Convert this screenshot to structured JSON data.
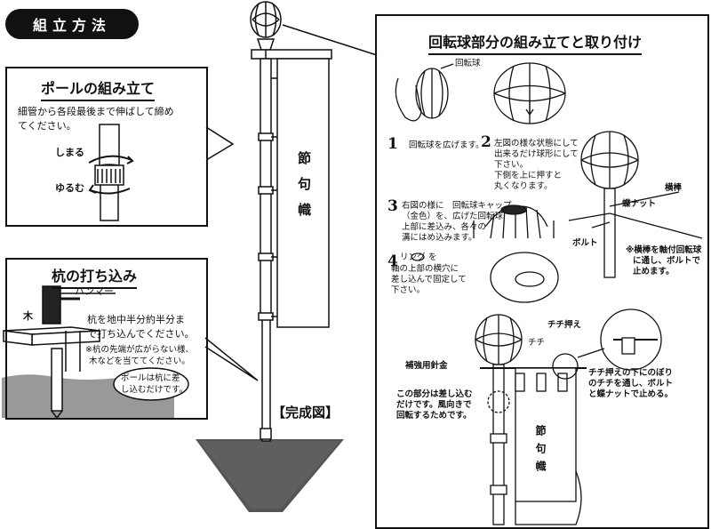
{
  "header": {
    "title": "組立方法"
  },
  "pole_assembly": {
    "title": "ポールの組み立て",
    "instruction_1": "細管から各段最後まで伸ばして締め",
    "instruction_2": "てください。",
    "tighten_label": "しまる",
    "loosen_label": "ゆるむ"
  },
  "stake": {
    "title": "杭の打ち込み",
    "hammer_label": "ハンマー",
    "wood_label": "木",
    "instruction_1": "杭を地中半分約半分ま",
    "instruction_2": "で打ち込んでください。",
    "note_1": "※杭の先端が広がらない様、",
    "note_2": "木などを当ててください。",
    "bubble_1": "ポールは杭に差",
    "bubble_2": "し込むだけです。"
  },
  "completed": {
    "label": "【完成図】",
    "banner_text": "節句幟"
  },
  "sphere": {
    "title": "回転球部分の組み立てと取り付け",
    "sphere_label": "回転球",
    "step1_num": "1",
    "step1_text": "回転球を広げます。",
    "step2_num": "2",
    "step2_text_1": "左図の様な状態にして",
    "step2_text_2": "出来るだけ球形にして",
    "step2_text_3": "下さい。",
    "step2_text_4": "下側を上に押すと",
    "step2_text_5": "丸くなります。",
    "step3_num": "3",
    "step3_text_1": "右図の様に　回転球キャップ",
    "step3_text_2": "（金色）を、広げた回転球",
    "step3_text_3": "上部に差込み、各々の",
    "step3_text_4": "溝にはめ込みます。",
    "step4_num": "4",
    "step4_text_1": "リング",
    "step4_text_1b": "を",
    "step4_text_2": "軸の上部の横穴に",
    "step4_text_3": "差し込んで固定して",
    "step4_text_4": "下さい。",
    "crossbar_label": "横棒",
    "wingnut_label": "蝶ナット",
    "bolt_label": "ボルト",
    "crossbar_note_1": "※横棒を軸付回転球",
    "crossbar_note_2": "に通し、ボルトで",
    "crossbar_note_3": "止めます。",
    "chichi_holder_label": "チチ押え",
    "chichi_label": "チチ",
    "reinforce_label": "補強用針金",
    "part_note_1": "この部分は差し込む",
    "part_note_2": "だけです。風向きで",
    "part_note_3": "回転するためです。",
    "chichi_note_1": "チチ押えの下にのぼり",
    "chichi_note_2": "のチチを通し、ボルト",
    "chichi_note_3": "と蝶ナットで止める。",
    "banner_text": "節句幟"
  }
}
